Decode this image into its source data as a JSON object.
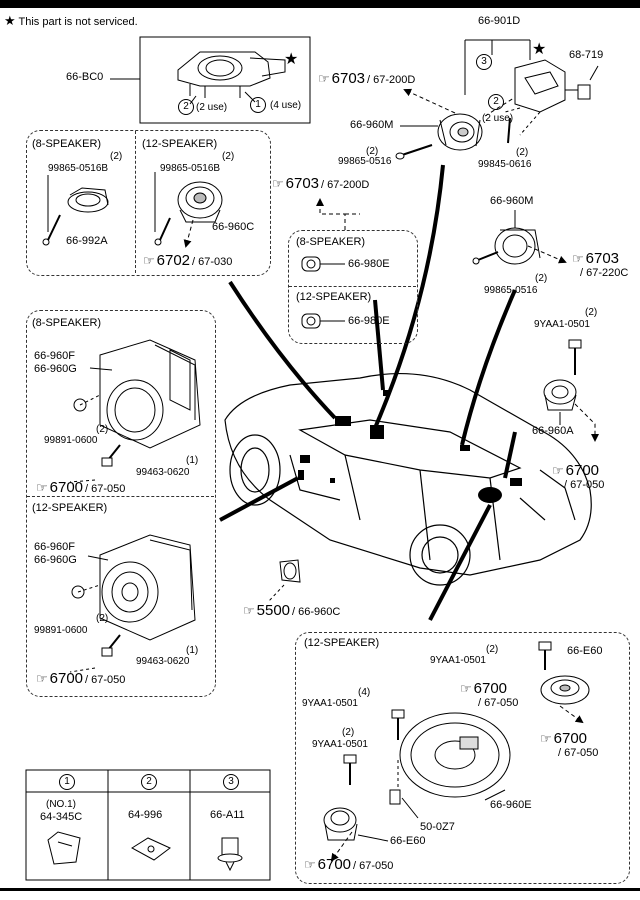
{
  "notice": {
    "star": "★",
    "text": "This part is not serviced."
  },
  "top_left": {
    "label": "66-BC0",
    "c2_text": "(2 use)",
    "c1_text": "(4 use)"
  },
  "top_right": {
    "label_901d": "66-901D",
    "label_719": "68-719",
    "c2_text": "(2 use)",
    "bolt_qty": "(2)",
    "bolt": "99845-0616"
  },
  "tweeter": {
    "ref_num": "6703",
    "ref_sub": "/ 67-200D",
    "label": "66-960M",
    "screw_qty": "(2)",
    "screw": "99865-0516"
  },
  "box8a": {
    "title": "(8-SPEAKER)",
    "screw_qty": "(2)",
    "screw": "99865-0516B",
    "part": "66-992A"
  },
  "box12a": {
    "title": "(12-SPEAKER)",
    "screw_qty": "(2)",
    "screw": "99865-0516B",
    "part": "66-960C",
    "ref_num": "6702",
    "ref_sub": "/ 67-030"
  },
  "center_ref": {
    "num": "6703",
    "sub": "/ 67-200D"
  },
  "center_box": {
    "title8": "(8-SPEAKER)",
    "part8": "66-980E",
    "title12": "(12-SPEAKER)",
    "part12": "66-980E"
  },
  "right_mid": {
    "label": "66-960M",
    "screw_qty": "(2)",
    "screw": "99865-0516",
    "ref_num": "6703",
    "ref_sub": "/ 67-220C"
  },
  "right_lower": {
    "bolt_qty": "(2)",
    "bolt": "9YAA1-0501",
    "part": "66-960A",
    "ref_num": "6700",
    "ref_sub": "/ 67-050"
  },
  "left_big": {
    "title8": "(8-SPEAKER)",
    "p1": "66-960F",
    "p2": "66-960G",
    "nut_qty": "(2)",
    "nut": "99891-0600",
    "bolt_qty": "(1)",
    "bolt": "99463-0620",
    "ref_num": "6700",
    "ref_sub": "/ 67-050",
    "title12": "(12-SPEAKER)",
    "p1b": "66-960F",
    "p2b": "66-960G",
    "nut_qtyb": "(2)",
    "nutb": "99891-0600",
    "bolt_qtyb": "(1)",
    "boltb": "99463-0620",
    "ref_numb": "6700",
    "ref_subb": "/ 67-050"
  },
  "door_ref": {
    "num": "5500",
    "sub": "/ 66-960C"
  },
  "bottom_box": {
    "title": "(12-SPEAKER)",
    "b1_qty": "(2)",
    "b1": "9YAA1-0501",
    "e60_top": "66-E60",
    "ref1_num": "6700",
    "ref1_sub": "/ 67-050",
    "b2_qty": "(4)",
    "b2": "9YAA1-0501",
    "ref2_num": "6700",
    "ref2_sub": "/ 67-050",
    "b3_qty": "(2)",
    "b3": "9YAA1-0501",
    "clip": "50-0Z7",
    "woofer": "66-960E",
    "e60_bot": "66-E60",
    "ref3_num": "6700",
    "ref3_sub": "/ 67-050"
  },
  "legend": [
    {
      "num": "1",
      "note": "(NO.1)",
      "part": "64-345C"
    },
    {
      "num": "2",
      "note": "",
      "part": "64-996"
    },
    {
      "num": "3",
      "note": "",
      "part": "66-A11"
    }
  ]
}
